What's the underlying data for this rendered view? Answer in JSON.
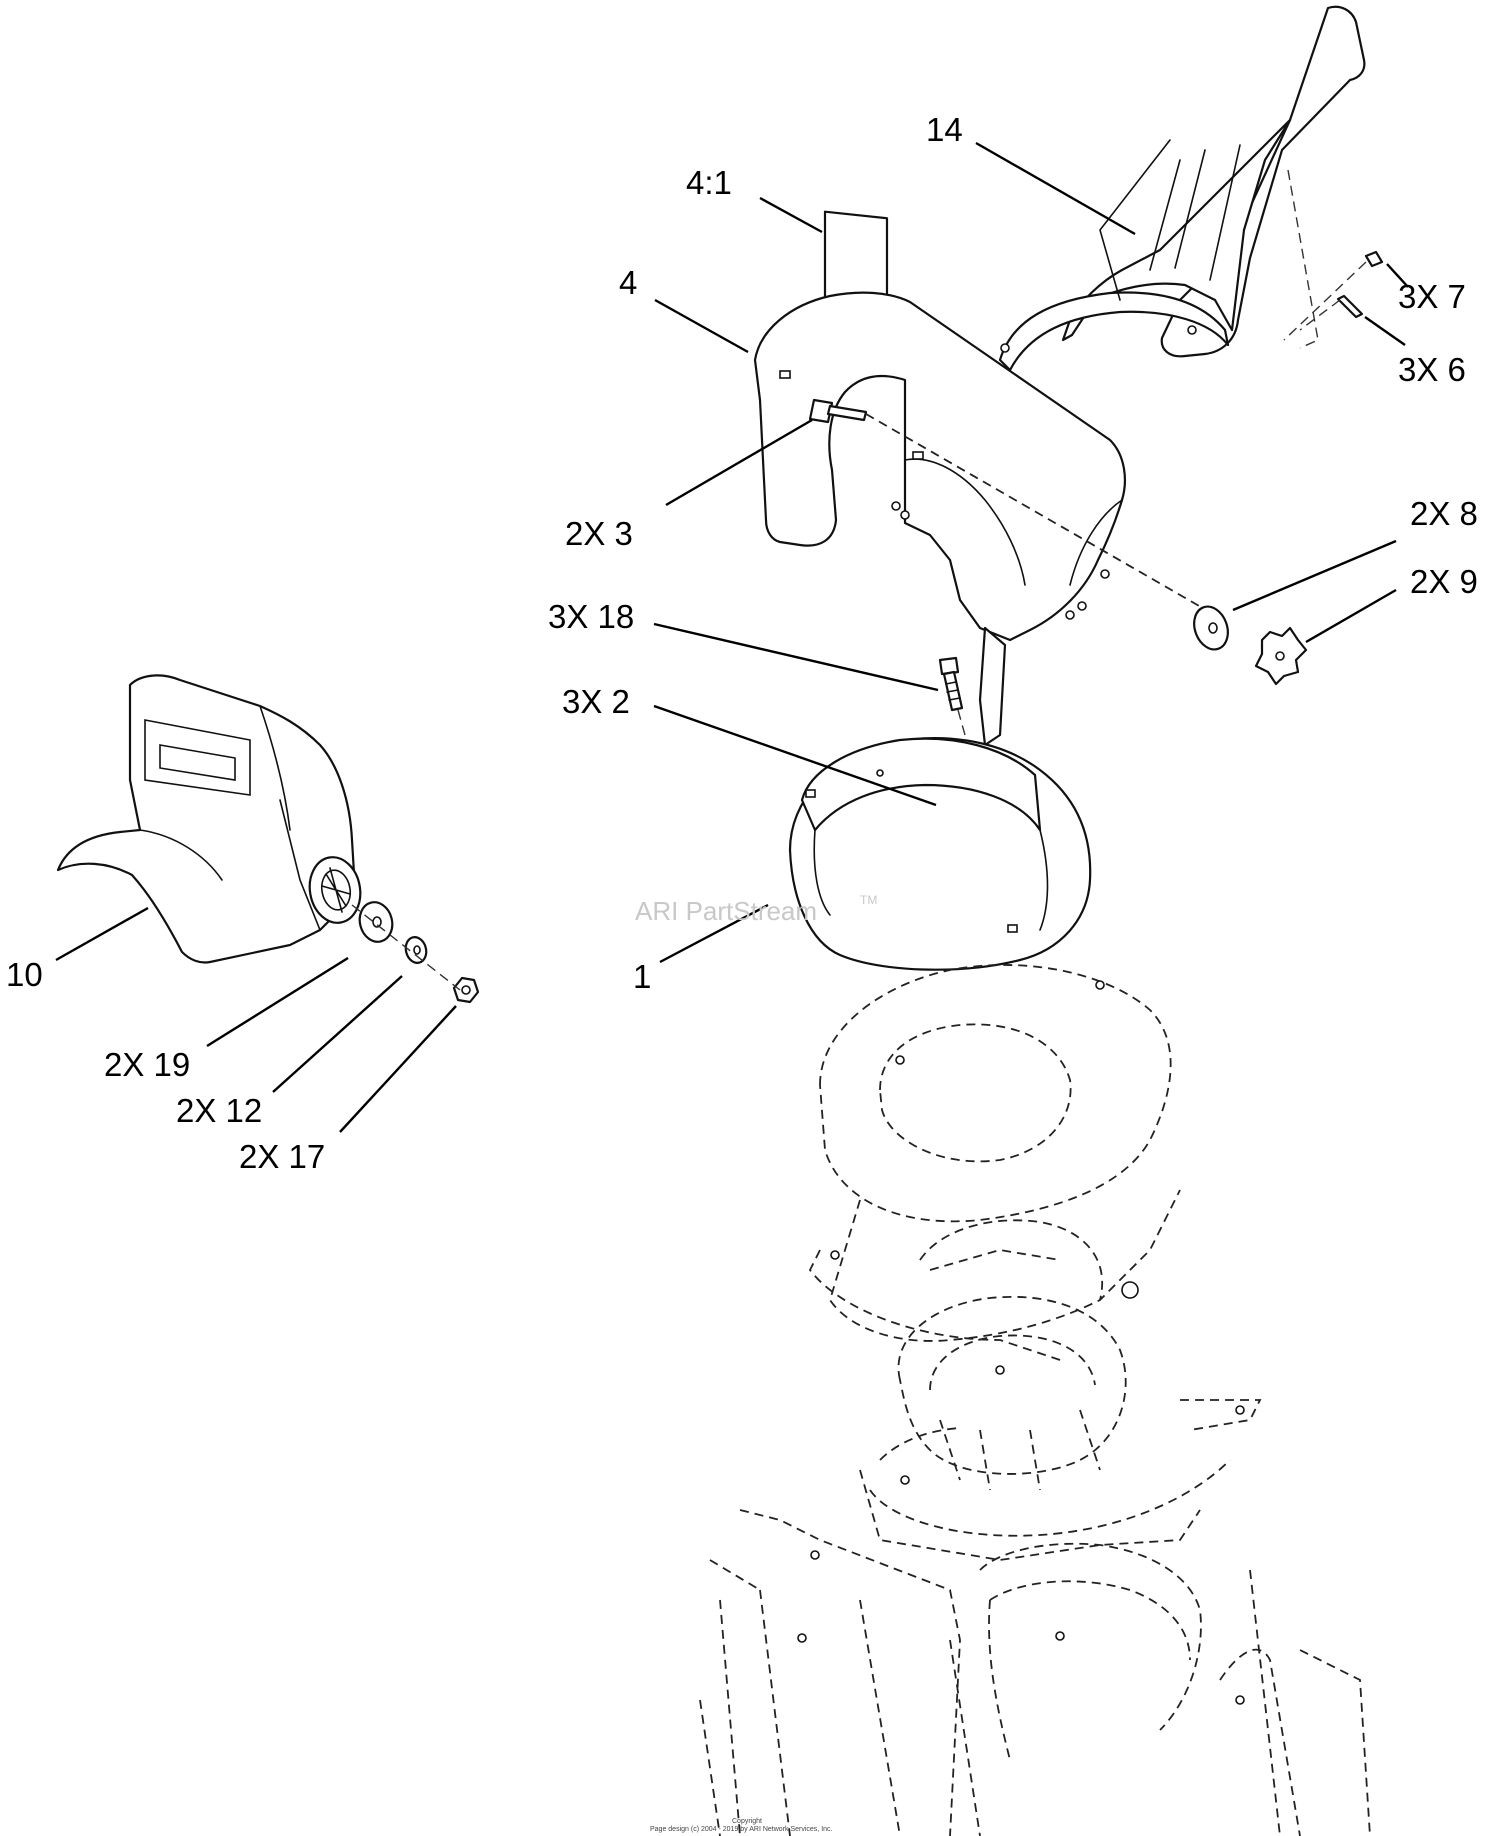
{
  "diagram": {
    "callouts": [
      {
        "id": "c14",
        "text": "14"
      },
      {
        "id": "c4_1",
        "text": "4:1"
      },
      {
        "id": "c4",
        "text": "4"
      },
      {
        "id": "c3x7",
        "text": "3X 7"
      },
      {
        "id": "c3x6",
        "text": "3X 6"
      },
      {
        "id": "c2x3",
        "text": "2X 3"
      },
      {
        "id": "c2x8",
        "text": "2X 8"
      },
      {
        "id": "c2x9",
        "text": "2X 9"
      },
      {
        "id": "c3x18",
        "text": "3X 18"
      },
      {
        "id": "c3x2",
        "text": "3X 2"
      },
      {
        "id": "c10",
        "text": "10"
      },
      {
        "id": "c1",
        "text": "1"
      },
      {
        "id": "c2x19",
        "text": "2X 19"
      },
      {
        "id": "c2x12",
        "text": "2X 12"
      },
      {
        "id": "c2x17",
        "text": "2X 17"
      }
    ],
    "watermark": "ARI PartStream",
    "watermark_tm": "TM",
    "footer": {
      "line1": "Copyright",
      "line2": "Page design (c) 2004 - 2019 by ARI Network Services, Inc."
    }
  }
}
